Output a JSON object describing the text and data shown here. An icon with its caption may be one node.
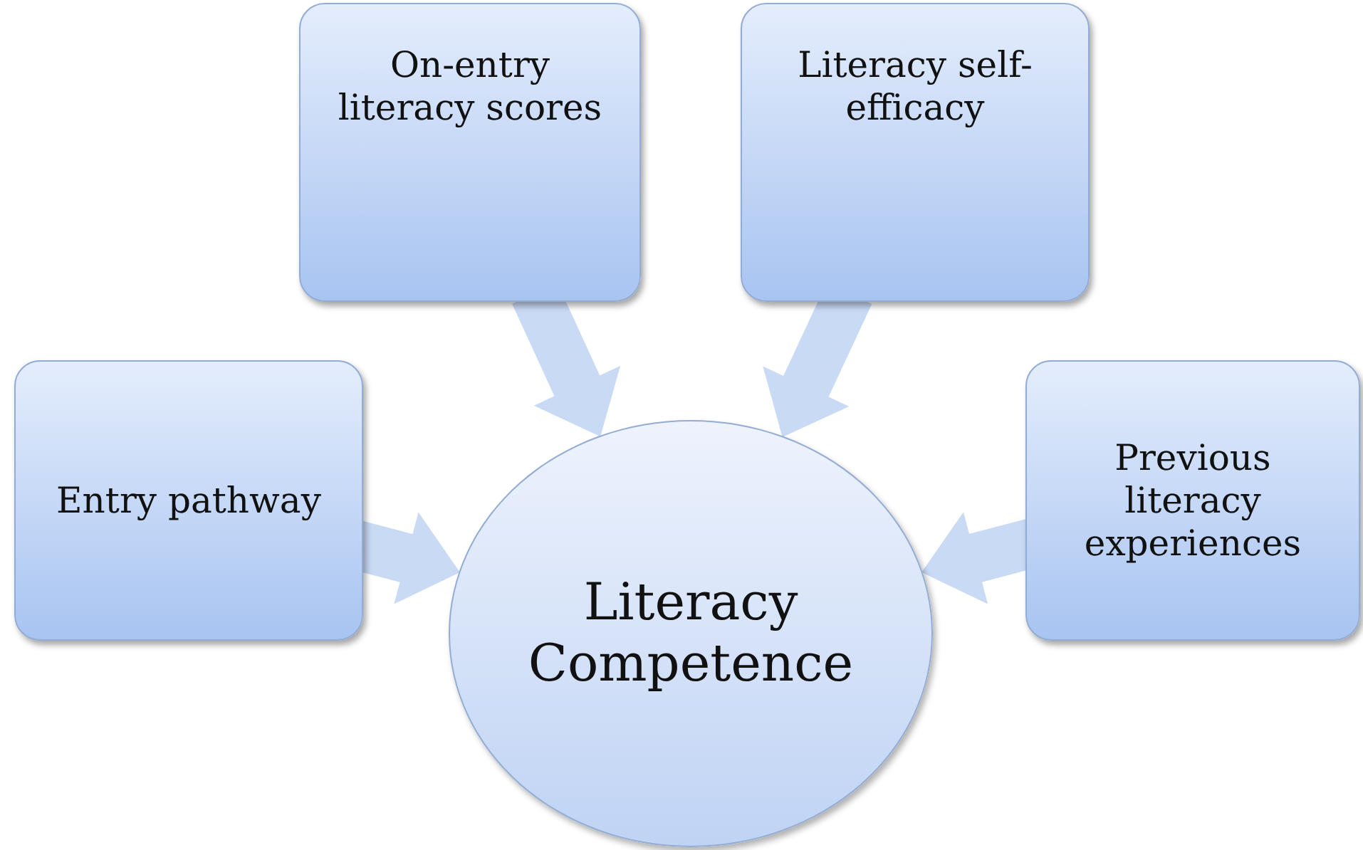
{
  "diagram": {
    "nodes": [
      {
        "text": [
          "Literacy Competence"
        ]
      },
      {
        "text": [
          "Entry pathway"
        ]
      },
      {
        "text": [
          "On-entry literacy scores"
        ]
      },
      {
        "text": [
          "Literacy self-efficacy"
        ]
      },
      {
        "text": [
          "Previous literacy experiences"
        ]
      }
    ],
    "edges": [
      {
        "from": 1,
        "to": 0,
        "arrow": "to",
        "style": "thick"
      },
      {
        "from": 2,
        "to": 0,
        "arrow": "to",
        "style": "thick"
      },
      {
        "from": 3,
        "to": 0,
        "arrow": "to",
        "style": "thick"
      },
      {
        "from": 4,
        "to": 0,
        "arrow": "to",
        "style": "thick"
      }
    ]
  }
}
